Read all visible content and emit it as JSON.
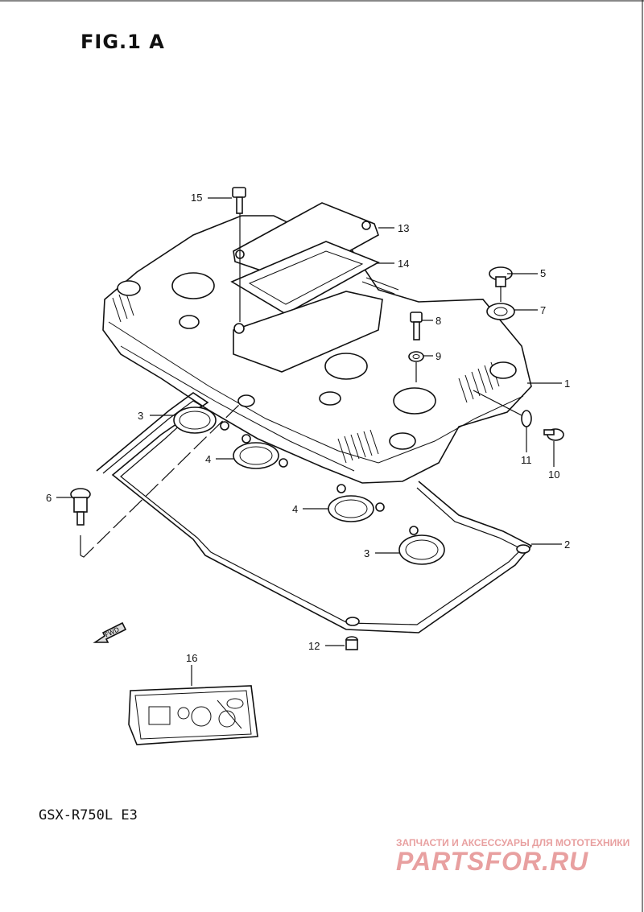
{
  "figure": {
    "title": "FIG.1 A"
  },
  "model": {
    "code": "GSX-R750L  E3"
  },
  "fwd_label": "FWD",
  "callouts": [
    {
      "id": "15",
      "label": "15"
    },
    {
      "id": "13",
      "label": "13"
    },
    {
      "id": "14",
      "label": "14"
    },
    {
      "id": "5",
      "label": "5"
    },
    {
      "id": "7",
      "label": "7"
    },
    {
      "id": "8",
      "label": "8"
    },
    {
      "id": "9",
      "label": "9"
    },
    {
      "id": "1",
      "label": "1"
    },
    {
      "id": "3a",
      "label": "3"
    },
    {
      "id": "11",
      "label": "11"
    },
    {
      "id": "10",
      "label": "10"
    },
    {
      "id": "4a",
      "label": "4"
    },
    {
      "id": "6",
      "label": "6"
    },
    {
      "id": "4b",
      "label": "4"
    },
    {
      "id": "2",
      "label": "2"
    },
    {
      "id": "3b",
      "label": "3"
    },
    {
      "id": "12",
      "label": "12"
    },
    {
      "id": "16",
      "label": "16"
    }
  ],
  "watermark": {
    "caption": "ЗАПЧАСТИ И АКСЕССУАРЫ ДЛЯ МОТОТЕХНИКИ",
    "logo": "PARTSFOR.RU",
    "color": "#e8a0a0"
  }
}
